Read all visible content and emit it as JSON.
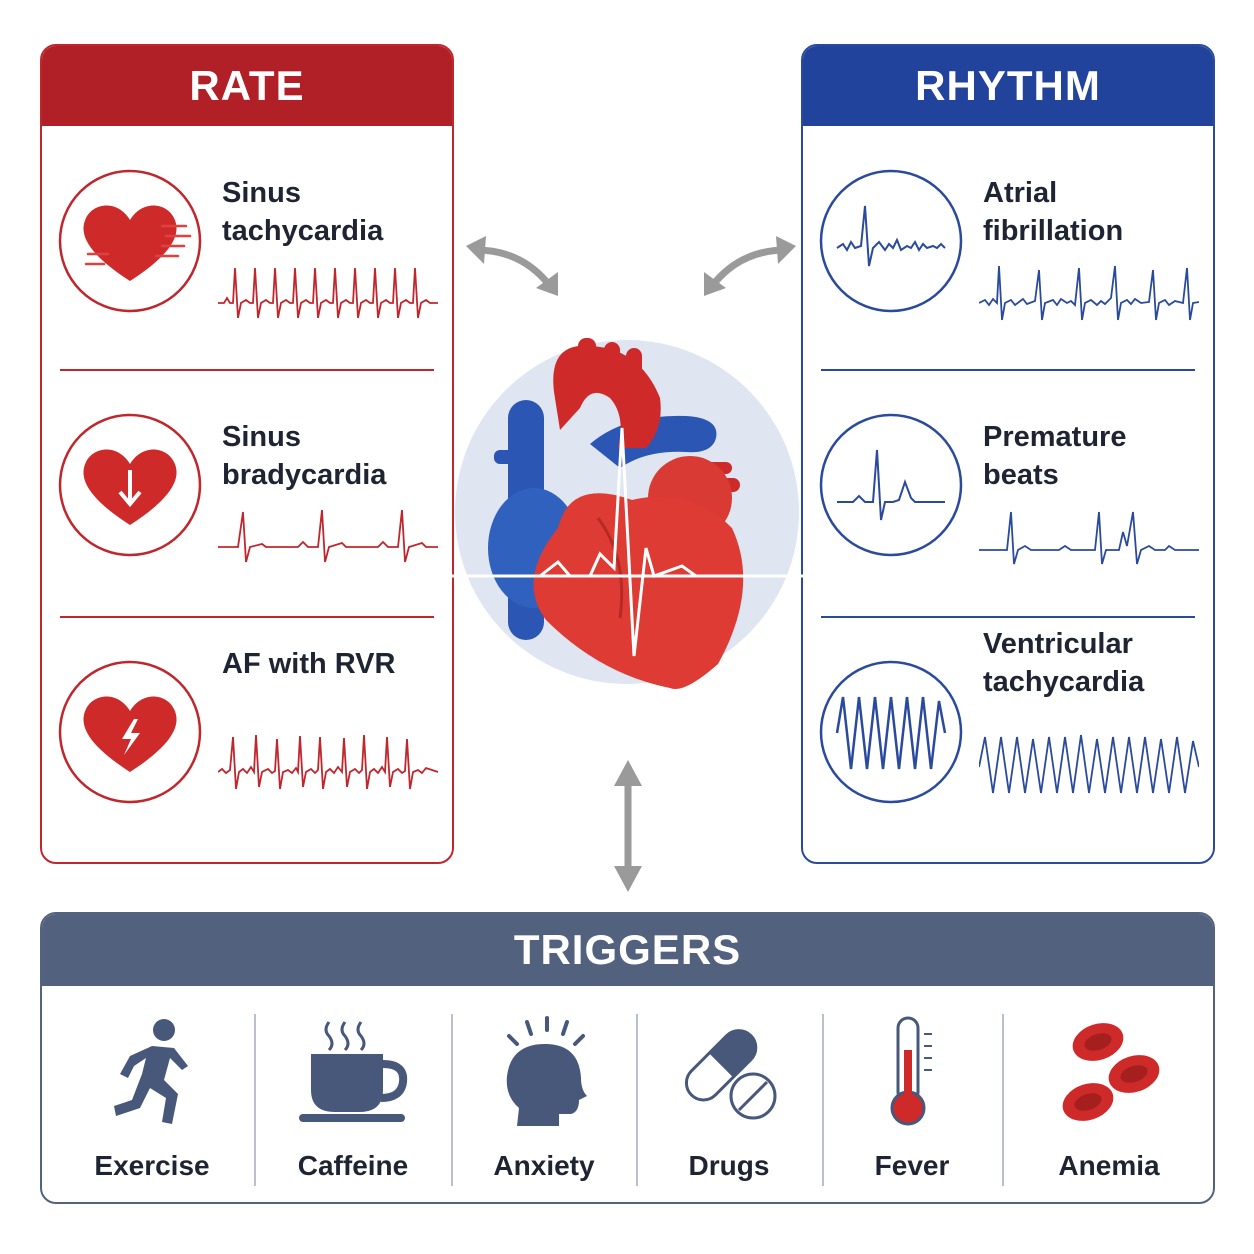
{
  "rate": {
    "title": "RATE",
    "color": "#b12026",
    "items": [
      {
        "label": "Sinus tachycardia",
        "icon": "heart-speed-icon"
      },
      {
        "label": "Sinus bradycardia",
        "icon": "heart-down-arrow-icon"
      },
      {
        "label": "AF with RVR",
        "icon": "heart-lightning-icon"
      }
    ]
  },
  "rhythm": {
    "title": "RHYTHM",
    "color": "#22439b",
    "items": [
      {
        "label": "Atrial fibrillation",
        "icon": "irregular-ecg-icon"
      },
      {
        "label": "Premature beats",
        "icon": "premature-beat-ecg-icon"
      },
      {
        "label": "Ventricular tachycardia",
        "icon": "vt-ecg-icon"
      }
    ]
  },
  "triggers": {
    "title": "TRIGGERS",
    "color": "#52617e",
    "items": [
      {
        "label": "Exercise",
        "icon": "running-person-icon"
      },
      {
        "label": "Caffeine",
        "icon": "coffee-cup-icon"
      },
      {
        "label": "Anxiety",
        "icon": "anxious-head-icon"
      },
      {
        "label": "Drugs",
        "icon": "pills-icon"
      },
      {
        "label": "Fever",
        "icon": "thermometer-icon"
      },
      {
        "label": "Anemia",
        "icon": "red-blood-cells-icon"
      }
    ]
  },
  "center": {
    "icon": "heart-anatomy-ecg-icon"
  }
}
